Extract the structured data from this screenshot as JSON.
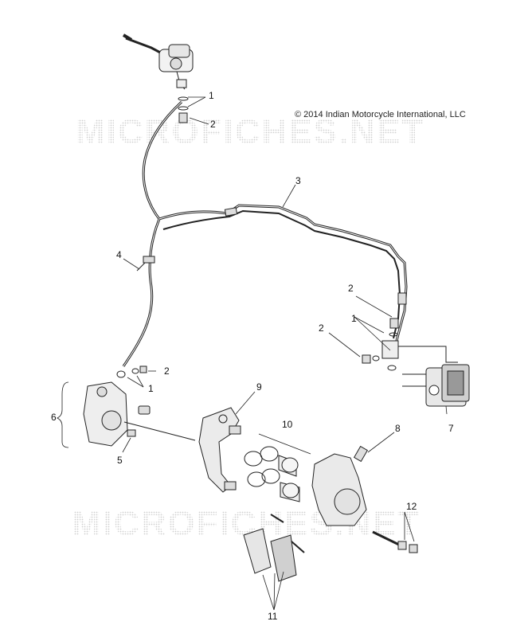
{
  "copyright": "© 2014 Indian Motorcycle International, LLC",
  "watermark": "MICROFICHES.NET",
  "callouts": [
    {
      "id": "c1a",
      "text": "1"
    },
    {
      "id": "c2a",
      "text": "2"
    },
    {
      "id": "c3",
      "text": "3"
    },
    {
      "id": "c4",
      "text": "4"
    },
    {
      "id": "c2b",
      "text": "2"
    },
    {
      "id": "c1b",
      "text": "1"
    },
    {
      "id": "c2c",
      "text": "2"
    },
    {
      "id": "c2d",
      "text": "2"
    },
    {
      "id": "c1c",
      "text": "1"
    },
    {
      "id": "c6",
      "text": "6"
    },
    {
      "id": "c5",
      "text": "5"
    },
    {
      "id": "c9",
      "text": "9"
    },
    {
      "id": "c10",
      "text": "10"
    },
    {
      "id": "c8",
      "text": "8"
    },
    {
      "id": "c7",
      "text": "7"
    },
    {
      "id": "c12",
      "text": "12"
    },
    {
      "id": "c11",
      "text": "11"
    }
  ],
  "colors": {
    "line": "#222222",
    "watermark": "#d4d4d4",
    "part_fill": "#f2f2f2",
    "part_dark": "#555555"
  }
}
